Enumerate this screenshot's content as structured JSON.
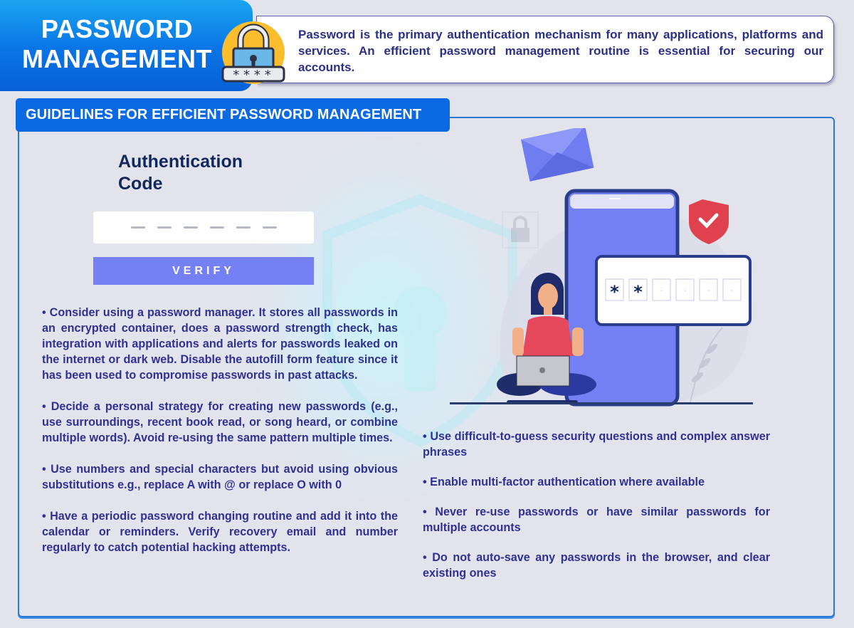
{
  "header": {
    "title_line1": "PASSWORD",
    "title_line2": "MANAGEMENT",
    "icon": "padlock-icon",
    "lock_code": "****",
    "intro": "Password is the primary authentication mechanism for many applications, platforms and services. An efficient password management routine is essential for securing our accounts."
  },
  "section": {
    "title": "GUIDELINES FOR EFFICIENT PASSWORD MANAGEMENT"
  },
  "auth_form": {
    "title_line1": "Authentication",
    "title_line2": "Code",
    "code_slots": 6,
    "verify_label": "VERIFY"
  },
  "illustration": {
    "pin_entered": [
      "*",
      "*"
    ],
    "pin_empty": [
      "-",
      "-",
      "-",
      "-"
    ],
    "icons": [
      "envelope-icon",
      "shield-check-icon",
      "smartphone-icon",
      "person-with-laptop",
      "padlock-icon"
    ]
  },
  "guidelines_left": [
    "• Consider using a password manager. It stores all passwords in an encrypted container, does a password strength check, has integration with applications and alerts for passwords leaked on the internet or dark web. Disable the autofill form feature since it has been used to compromise passwords in past attacks.",
    "• Decide a personal strategy for creating new passwords (e.g., use surroundings, recent book read, or song heard, or combine multiple words). Avoid re-using the same pattern multiple times.",
    "• Use numbers and special characters but avoid using obvious substitutions e.g., replace A with @ or replace O with 0",
    "• Have a periodic password changing routine and add it into the calendar or reminders. Verify recovery email and number regularly to catch potential hacking attempts."
  ],
  "guidelines_right": [
    "• Use difficult-to-guess security questions and complex answer phrases",
    "•  Enable multi-factor authentication where available",
    "• Never re-use passwords or have similar passwords for multiple accounts",
    "• Do not auto-save any passwords in the browser, and clear existing ones"
  ],
  "colors": {
    "title_blue": "#0a74e6",
    "text_navy": "#2f3290",
    "verify_button": "#7580f5",
    "panel_border": "#2a78d8",
    "shield_red": "#e0414f",
    "phone_purple": "#7580f5"
  }
}
